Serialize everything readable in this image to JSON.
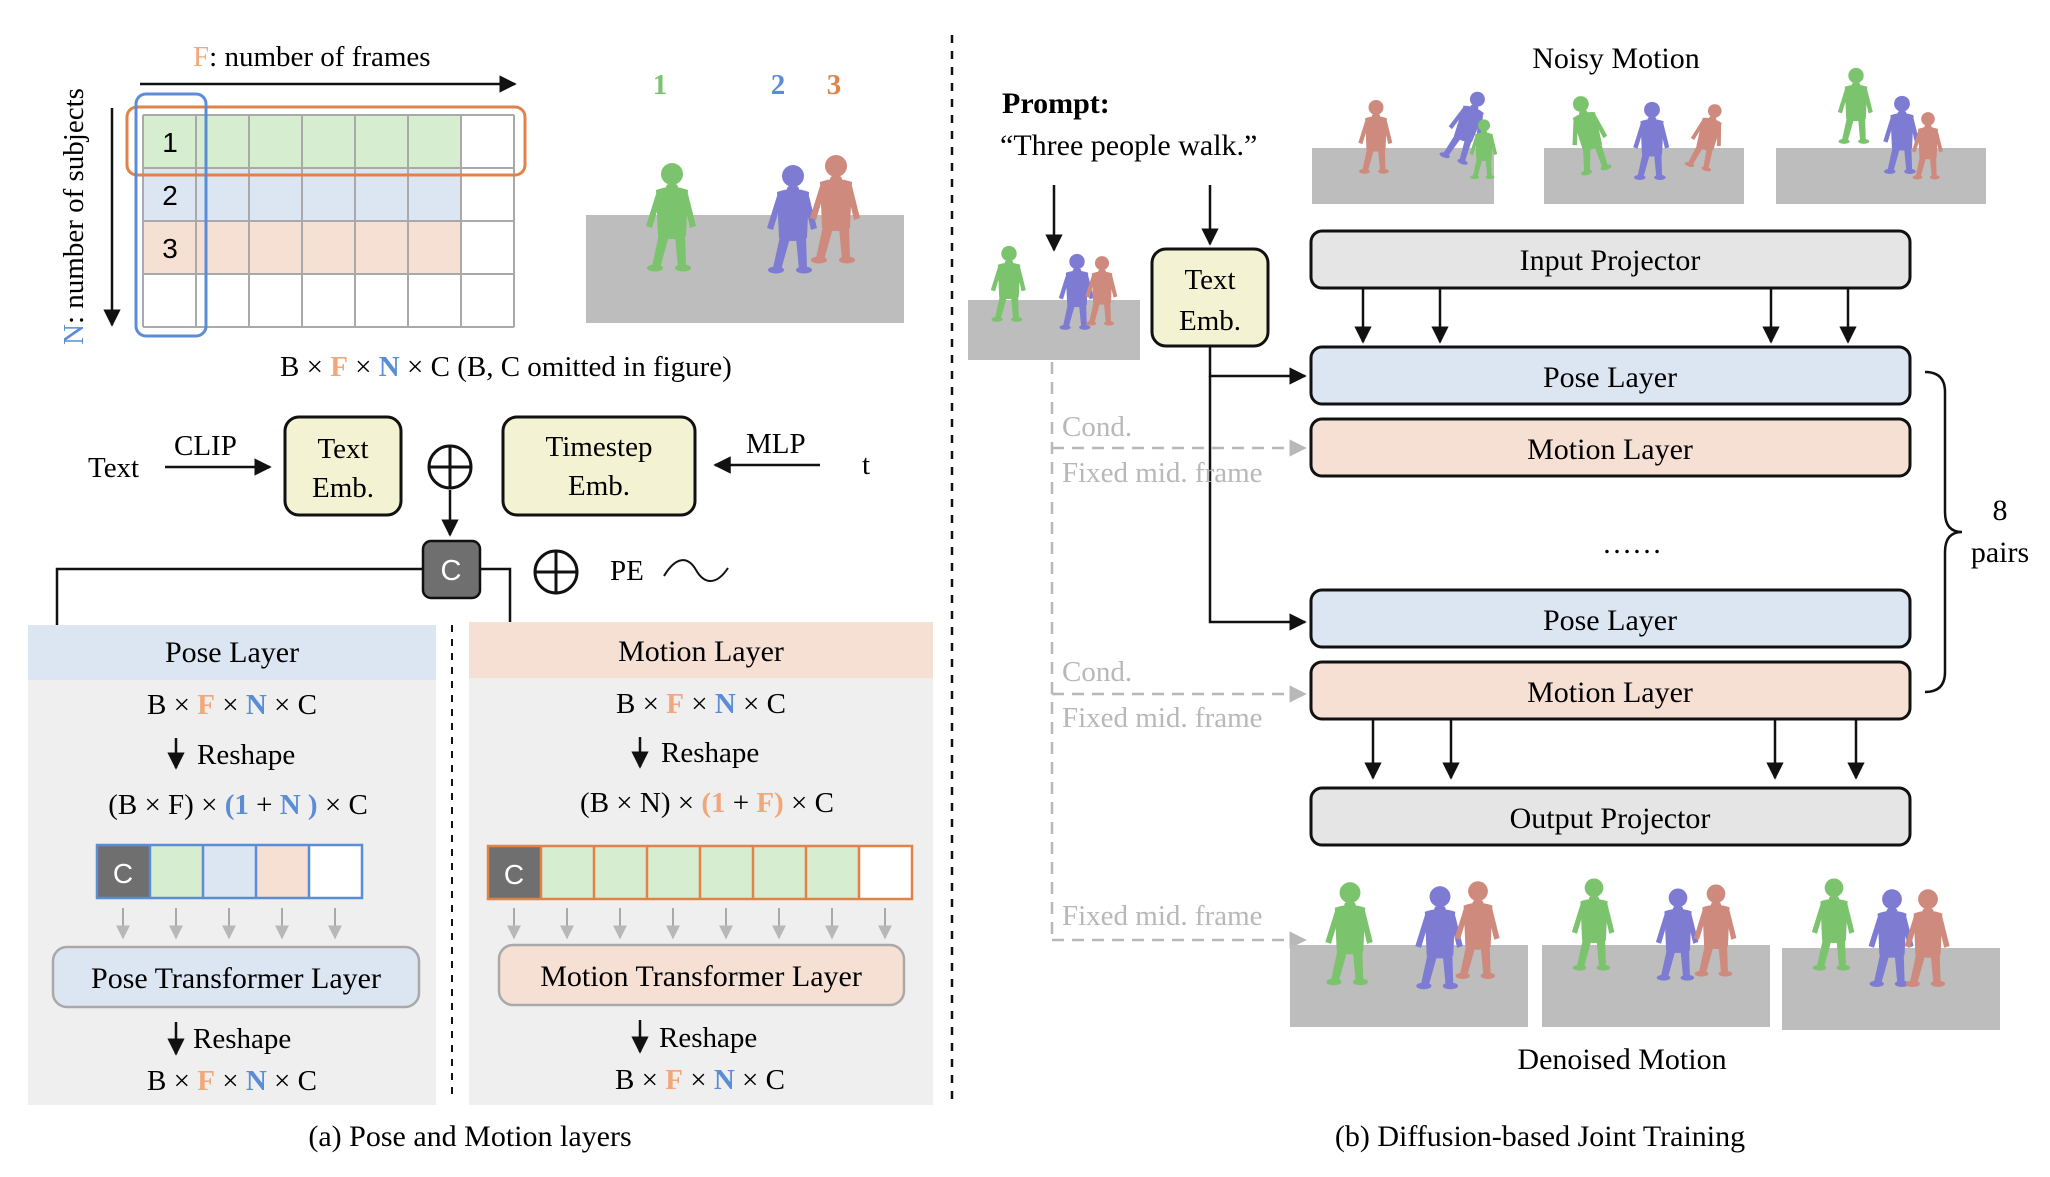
{
  "colors": {
    "frame_accent": "#F0A77A",
    "subject_accent": "#5B8DD6",
    "green_fill": "#D7EDCF",
    "blue_fill": "#DCE6F2",
    "peach_fill": "#F6DFD3",
    "yellow_box": "#F3F2D3",
    "gray_box": "#E5E5E5",
    "panel_bg": "#EFEFEF",
    "pose_header": "#DCE6F2",
    "motion_header": "#F6DFD3",
    "cond_gray": "#B8B8B8",
    "dark_token": "#6F6F6F",
    "orange_outline": "#E0834A",
    "blue_outline": "#5B8DD6",
    "human_green": "#7CC36E",
    "human_blue": "#7E7BD3",
    "human_red": "#CF8A7E"
  },
  "left": {
    "frames_letter": "F",
    "frames_label": ": number of frames",
    "subjects_letter": "N",
    "subjects_label": ": number of subjects",
    "grid_row_labels": [
      "1",
      "2",
      "3"
    ],
    "person_labels": [
      "1",
      "2",
      "3"
    ],
    "shape_caption": {
      "b": "B",
      "x": "×",
      "f": "F",
      "n": "N",
      "c": "C",
      "note": "(B, C omitted in figure)"
    },
    "text_label": "Text",
    "clip_label": "CLIP",
    "text_emb": [
      "Text",
      "Emb."
    ],
    "plus": "⊕",
    "timestep_emb": [
      "Timestep",
      "Emb."
    ],
    "mlp_label": "MLP",
    "t_label": "t",
    "c_token": "C",
    "pe_label": "PE",
    "wave": "∿",
    "pose_panel": {
      "title": "Pose Layer",
      "shape_top": {
        "b": "B",
        "x": "×",
        "f": "F",
        "n": "N",
        "c": "C"
      },
      "reshape": "Reshape",
      "expr": {
        "open": "(B × F) × ",
        "lp": "(",
        "one": "1",
        "plus": " + ",
        "var": "N",
        "rp": " )",
        "tail": " × C"
      },
      "token": "C",
      "transformer": "Pose Transformer Layer",
      "reshape2": "Reshape",
      "shape_bottom": {
        "b": "B",
        "x": "×",
        "f": "F",
        "n": "N",
        "c": "C"
      }
    },
    "motion_panel": {
      "title": "Motion Layer",
      "shape_top": {
        "b": "B",
        "x": "×",
        "f": "F",
        "n": "N",
        "c": "C"
      },
      "reshape": "Reshape",
      "expr": {
        "open": "(B × N) × ",
        "lp": "(",
        "one": "1",
        "plus": " + ",
        "var": "F",
        "rp": ")",
        "tail": " × C"
      },
      "token": "C",
      "transformer": "Motion Transformer Layer",
      "reshape2": "Reshape",
      "shape_bottom": {
        "b": "B",
        "x": "×",
        "f": "F",
        "n": "N",
        "c": "C"
      }
    },
    "caption": "(a) Pose and Motion layers"
  },
  "right": {
    "prompt_label": "Prompt:",
    "prompt_text": "“Three people walk.”",
    "noisy_motion": "Noisy Motion",
    "text_emb": [
      "Text",
      "Emb."
    ],
    "input_projector": "Input Projector",
    "pose_layer": "Pose Layer",
    "motion_layer": "Motion Layer",
    "dots": "……",
    "cond": "Cond.",
    "fixed_mid_frame": "Fixed mid. frame",
    "pairs_count": "8",
    "pairs_word": "pairs",
    "output_projector": "Output Projector",
    "denoised_motion": "Denoised Motion",
    "caption": "(b) Diffusion-based Joint Training"
  }
}
